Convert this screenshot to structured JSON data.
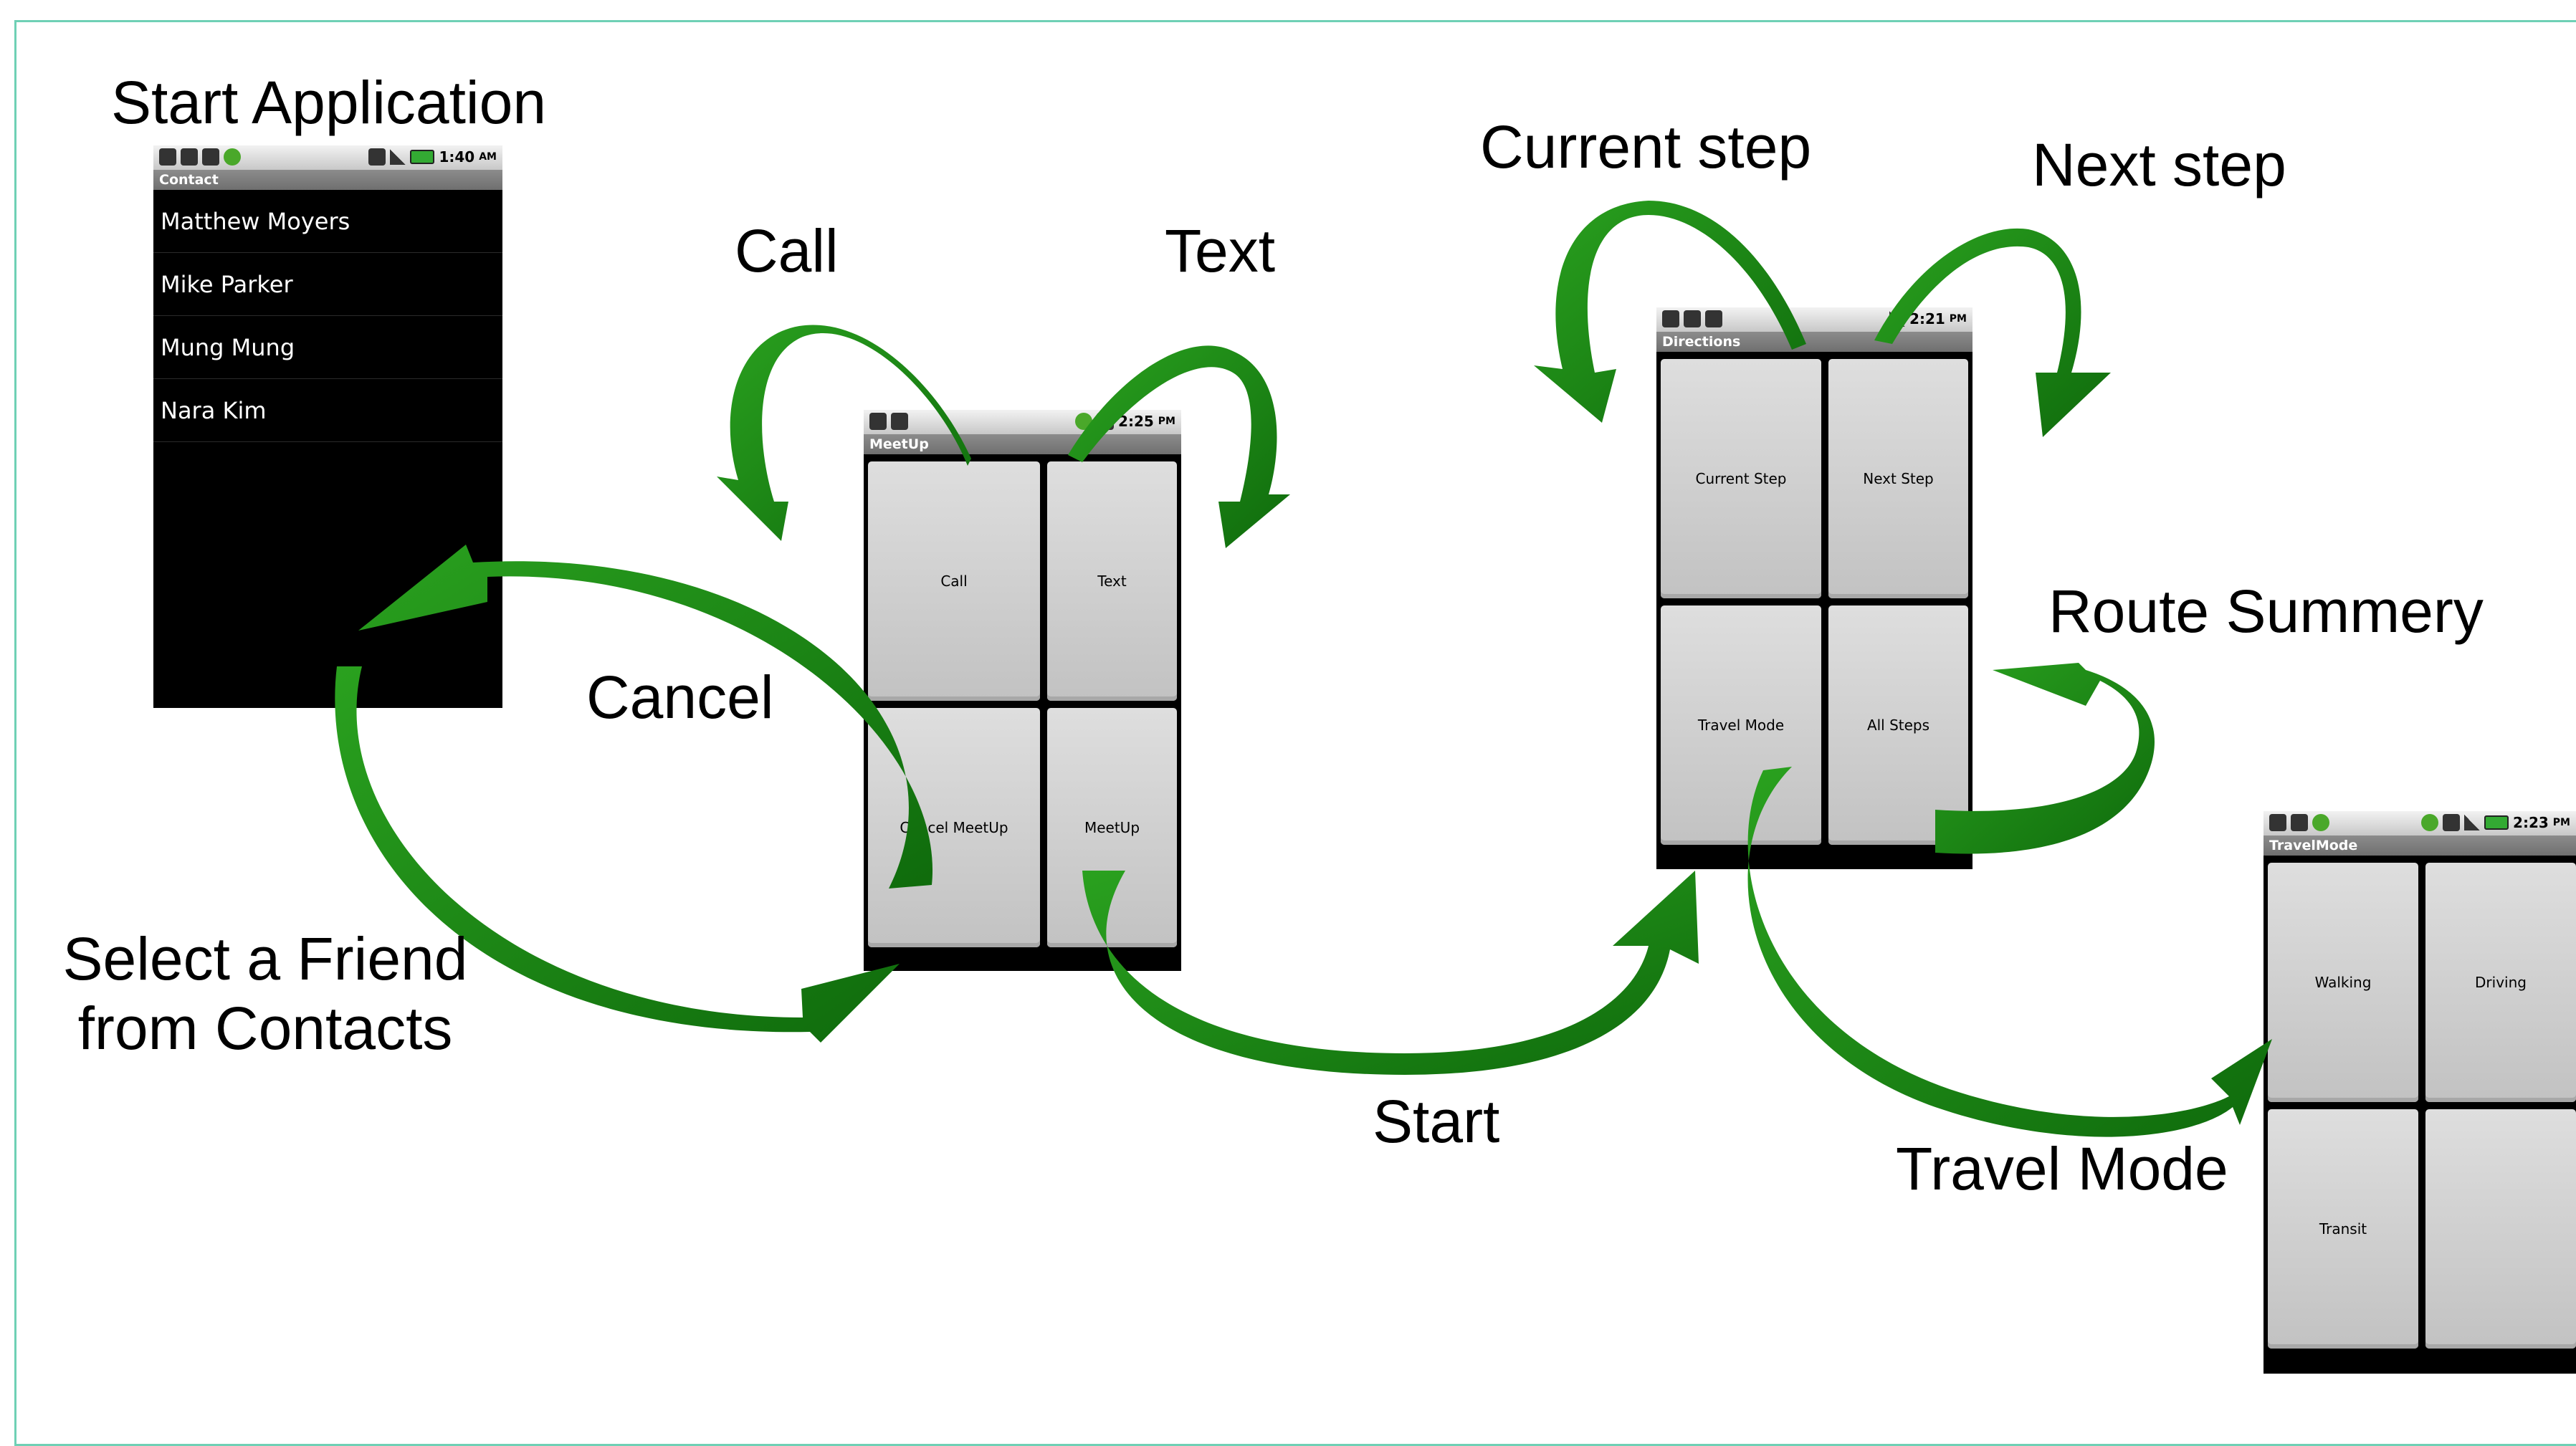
{
  "labels": {
    "start_application": "Start Application",
    "select_friend_line1": "Select a Friend",
    "select_friend_line2": "from Contacts",
    "cancel": "Cancel",
    "call": "Call",
    "text": "Text",
    "start": "Start",
    "current_step": "Current step",
    "next_step": "Next step",
    "route_summery": "Route Summery",
    "travel_mode": "Travel Mode"
  },
  "screens": {
    "contacts": {
      "time": "1:40",
      "ampm": "AM",
      "title": "Contact",
      "items": [
        "Matthew Moyers",
        "Mike Parker",
        "Mung Mung",
        "Nara Kim"
      ]
    },
    "meetup": {
      "time": "2:25",
      "ampm": "PM",
      "title": "MeetUp",
      "buttons": [
        "Call",
        "Text",
        "Cancel MeetUp",
        "MeetUp"
      ]
    },
    "directions": {
      "time": "2:21",
      "ampm": "PM",
      "title": "Directions",
      "buttons": [
        "Current Step",
        "Next Step",
        "Travel Mode",
        "All Steps"
      ]
    },
    "travelmode": {
      "time": "2:23",
      "ampm": "PM",
      "title": "TravelMode",
      "buttons": [
        "Walking",
        "Driving",
        "Transit",
        ""
      ]
    }
  },
  "colors": {
    "arrow": "#1a8c14",
    "arrow_dark": "#0f6b0c",
    "frame": "#6fd0b5"
  }
}
